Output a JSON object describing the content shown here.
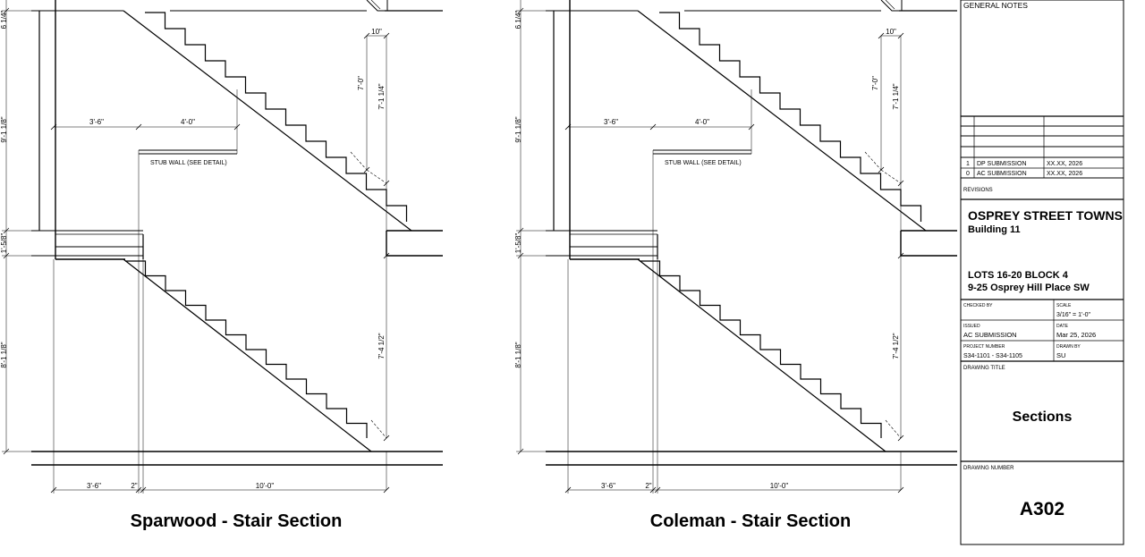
{
  "sections": [
    {
      "caption": "Sparwood - Stair Section",
      "stub_wall_label": "STUB WALL (SEE DETAIL)",
      "dims": {
        "left_top": "6 1/4\"",
        "left_upper": "9'-1 1/8\"",
        "left_floor": "1'-5/8\"",
        "left_lower": "8'-1 1/8\"",
        "top_tread": "10\"",
        "upper_stair_height": "7'-0\"",
        "upper_total_height": "7'-1 1/4\"",
        "lower_total_height": "7'-4 1/2\"",
        "upper_left_width": "3'-6\"",
        "upper_stub_width": "4'-0\"",
        "bottom_left_width": "3'-6\"",
        "bottom_gap": "2\"",
        "bottom_run": "10'-0\""
      }
    },
    {
      "caption": "Coleman - Stair Section",
      "stub_wall_label": "STUB WALL (SEE DETAIL)",
      "dims": {
        "left_top": "6 1/4\"",
        "left_upper": "9'-1 1/8\"",
        "left_floor": "1'-5/8\"",
        "left_lower": "8'-1 1/8\"",
        "top_tread": "10\"",
        "upper_stair_height": "7'-0\"",
        "upper_total_height": "7'-1 1/4\"",
        "lower_total_height": "7'-4 1/2\"",
        "upper_left_width": "3'-6\"",
        "upper_stub_width": "4'-0\"",
        "bottom_left_width": "3'-6\"",
        "bottom_gap": "2\"",
        "bottom_run": "10'-0\""
      }
    }
  ],
  "title_block": {
    "general_notes_label": "GENERAL NOTES",
    "revisions": [
      {
        "no": "1",
        "description": "DP SUBMISSION",
        "date": "XX.XX, 2026"
      },
      {
        "no": "0",
        "description": "AC SUBMISSION",
        "date": "XX.XX, 2026"
      }
    ],
    "revisions_label": "REVISIONS",
    "project_name": "OSPREY STREET TOWNS",
    "building": "Building 11",
    "lots": "LOTS 16-20  BLOCK 4",
    "address": "9-25 Osprey Hill Place SW",
    "checked_by_label": "CHECKED BY",
    "checked_by": "",
    "scale_label": "SCALE",
    "scale": "3/16\" = 1'-0\"",
    "issued_label": "ISSUED",
    "issued": "AC SUBMISSION",
    "date_label": "DATE",
    "date": "Mar 25, 2026",
    "project_number_label": "PROJECT NUMBER",
    "project_number": "S34-1101 - S34-1105",
    "drawn_by_label": "DRAWN BY",
    "drawn_by": "SU",
    "drawing_title_label": "DRAWING TITLE",
    "drawing_title": "Sections",
    "drawing_number_label": "DRAWING NUMBER",
    "drawing_number": "A302"
  }
}
